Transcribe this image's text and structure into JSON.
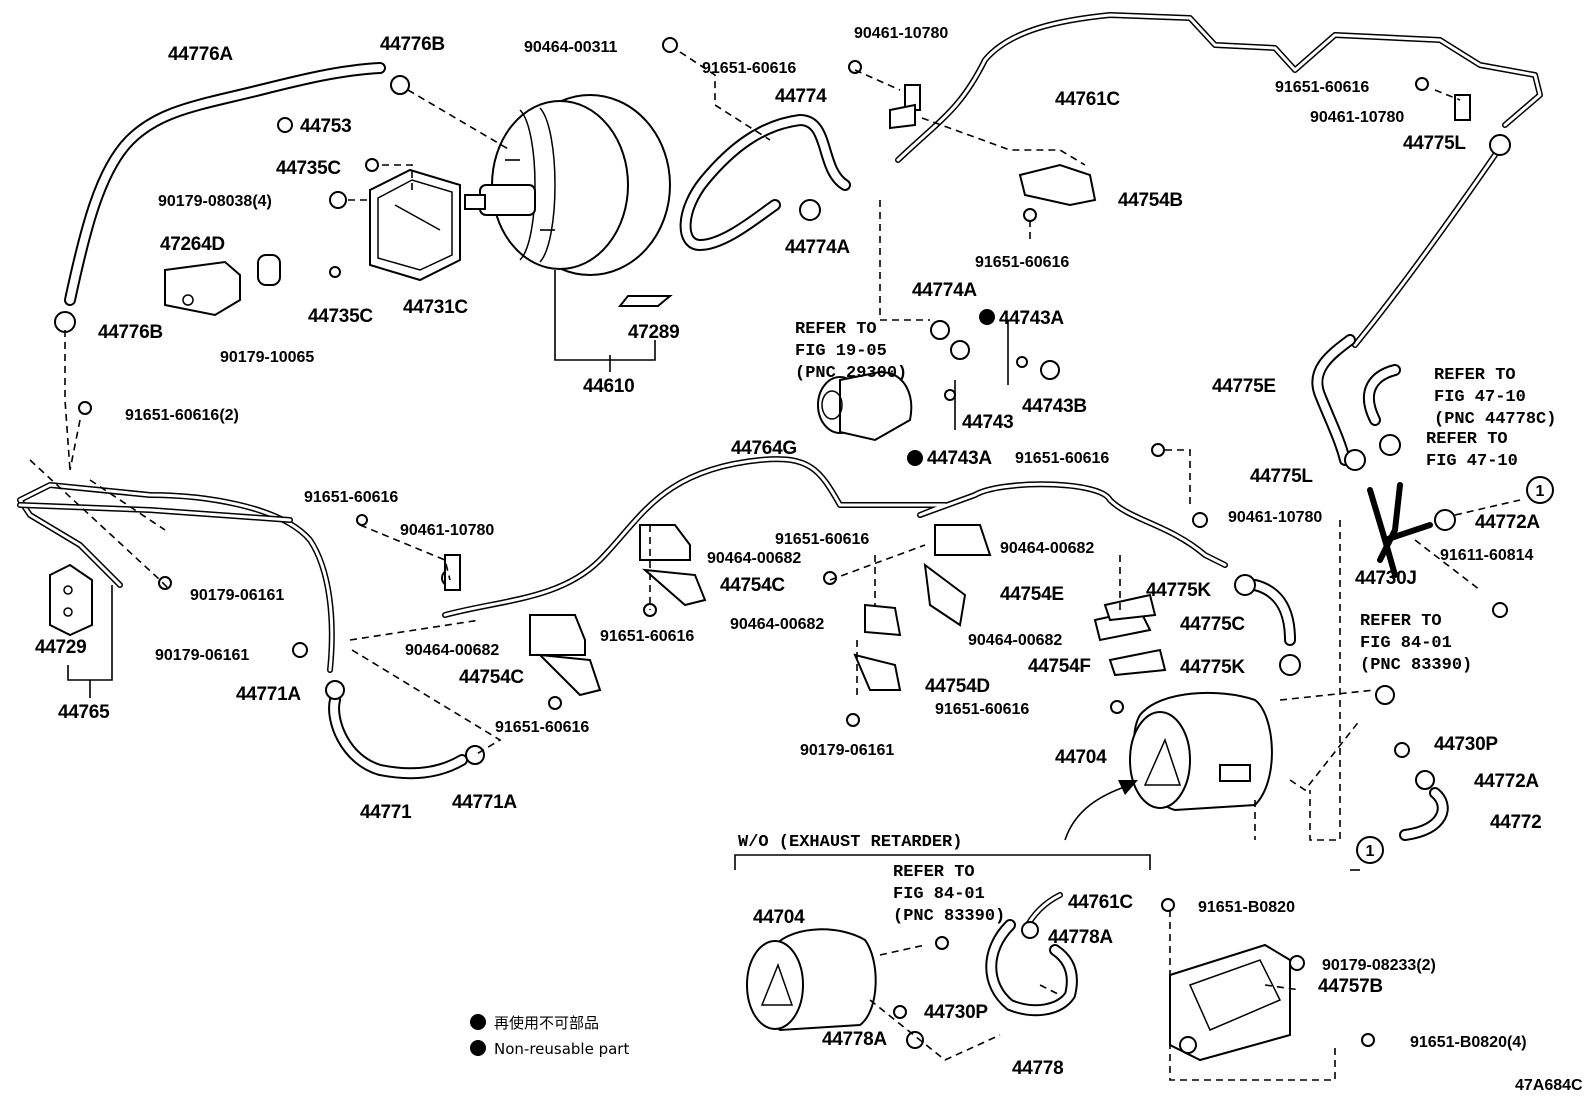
{
  "labels": {
    "p44776A": "44776A",
    "p44776B_top": "44776B",
    "p44753": "44753",
    "p44735C_top": "44735C",
    "p90179_08038": "90179-08038(4)",
    "p47264D": "47264D",
    "p90179_10065": "90179-10065",
    "p44735C_bot": "44735C",
    "p44731C": "44731C",
    "p44776B_left": "44776B",
    "p91651_60616_2": "91651-60616(2)",
    "p90464_00311": "90464-00311",
    "p44610": "44610",
    "p47289": "47289",
    "p91651_60616_a": "91651-60616",
    "p90461_10780_a": "90461-10780",
    "p44774": "44774",
    "p44774A_a": "44774A",
    "p44761C": "44761C",
    "p44754B": "44754B",
    "p91651_60616_b": "91651-60616",
    "p91651_60616_c": "91651-60616",
    "p90461_10780_b": "90461-10780",
    "p44775L_top": "44775L",
    "p44774A_b": "44774A",
    "p44743A_top": "44743A",
    "p44743": "44743",
    "p44743B": "44743B",
    "p44743A_bot": "44743A",
    "p44775E": "44775E",
    "p91651_60616_d": "91651-60616",
    "p44764G": "44764G",
    "p44775L_mid": "44775L",
    "p90461_10780_c": "90461-10780",
    "p44772A_a": "44772A",
    "p91611_60814": "91611-60814",
    "p44730J": "44730J",
    "p44775K_a": "44775K",
    "p44775C": "44775C",
    "p44775K_b": "44775K",
    "p91651_60616_e": "91651-60616",
    "p90461_10780_d": "90461-10780",
    "p90464_00682_a": "90464-00682",
    "p44754C_a": "44754C",
    "p91651_60616_f": "91651-60616",
    "p91651_60616_g": "91651-60616",
    "p90464_00682_b": "90464-00682",
    "p44754E": "44754E",
    "p90464_00682_c": "90464-00682",
    "p90464_00682_d": "90464-00682",
    "p44754C_b": "44754C",
    "p91651_60616_h": "91651-60616",
    "p90464_00682_e": "90464-00682",
    "p44754F": "44754F",
    "p44754D": "44754D",
    "p91651_60616_i": "91651-60616",
    "p90179_06161_c": "90179-06161",
    "p90179_06161_a": "90179-06161",
    "p90179_06161_b": "90179-06161",
    "p44729": "44729",
    "p44765": "44765",
    "p44771A_a": "44771A",
    "p44771": "44771",
    "p44771A_b": "44771A",
    "p44704_a": "44704",
    "p44730P_a": "44730P",
    "p44772A_b": "44772A",
    "p44772": "44772",
    "p91651_B0820": "91651-B0820",
    "p90179_08233": "90179-08233(2)",
    "p44757B": "44757B",
    "p91651_B0820_4": "91651-B0820(4)",
    "p44704_b": "44704",
    "p44761C_b": "44761C",
    "p44778A_a": "44778A",
    "p44730P_b": "44730P",
    "p44778A_b": "44778A",
    "p44778": "44778"
  },
  "refs": {
    "fig19_l1": "REFER TO",
    "fig19_l2": "FIG 19-05",
    "fig19_l3": "(PNC 29300)",
    "fig4710a_l1": "REFER TO",
    "fig4710a_l2": "FIG 47-10",
    "fig4710a_l3": "(PNC 44778C)",
    "fig4710b_l1": "REFER TO",
    "fig4710b_l2": "FIG 47-10",
    "fig8401a_l1": "REFER TO",
    "fig8401a_l2": "FIG 84-01",
    "fig8401a_l3": "(PNC 83390)",
    "fig8401b_l1": "REFER TO",
    "fig8401b_l2": "FIG 84-01",
    "fig8401b_l3": "(PNC 83390)"
  },
  "section": {
    "wo_exhaust": "W/O (EXHAUST RETARDER)"
  },
  "callouts": {
    "one_a": "1",
    "one_b": "1"
  },
  "legend": {
    "japanese": "再使用不可部品",
    "english": "Non-reusable part"
  },
  "figure_code": "47A684C"
}
